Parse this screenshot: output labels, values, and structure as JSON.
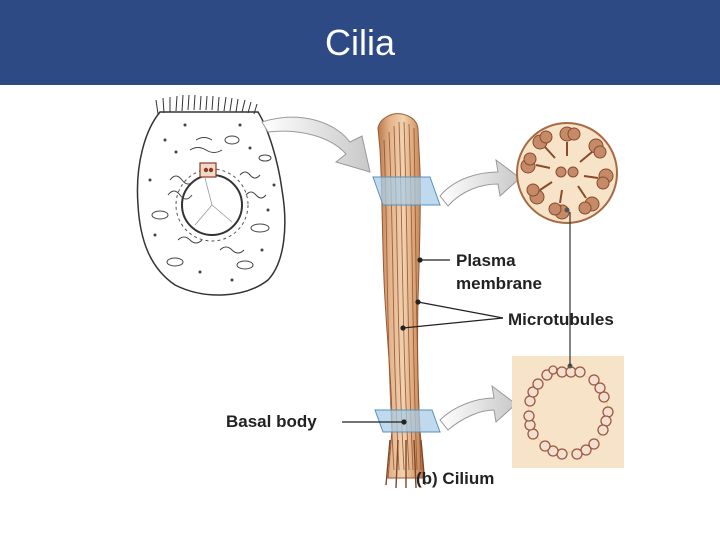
{
  "slide": {
    "title": "Cilia"
  },
  "figure": {
    "labels": {
      "plasma_membrane_line1": "Plasma",
      "plasma_membrane_line2": "membrane",
      "microtubules": "Microtubules",
      "basal_body": "Basal body",
      "caption": "(b) Cilium"
    }
  }
}
